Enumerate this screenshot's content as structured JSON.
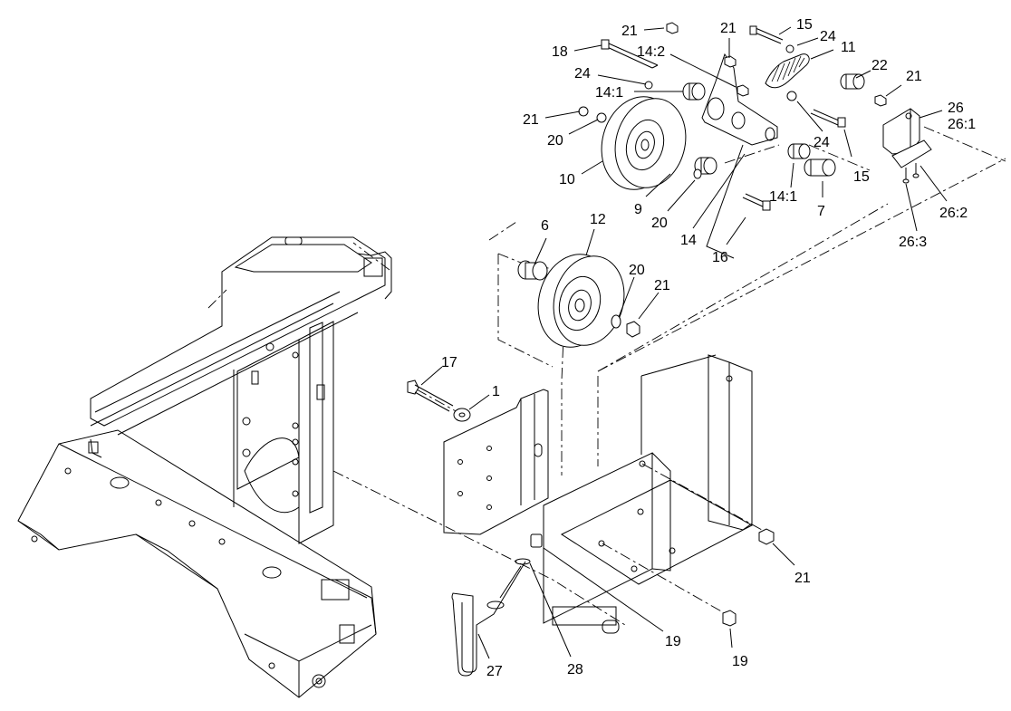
{
  "callouts": [
    {
      "text": "21"
    },
    {
      "text": "21"
    },
    {
      "text": "15"
    },
    {
      "text": "24"
    },
    {
      "text": "11"
    },
    {
      "text": "18"
    },
    {
      "text": "14:2"
    },
    {
      "text": "24"
    },
    {
      "text": "22"
    },
    {
      "text": "21"
    },
    {
      "text": "14:1"
    },
    {
      "text": "26"
    },
    {
      "text": "26:1"
    },
    {
      "text": "21"
    },
    {
      "text": "20"
    },
    {
      "text": "24"
    },
    {
      "text": "15"
    },
    {
      "text": "10"
    },
    {
      "text": "9"
    },
    {
      "text": "20"
    },
    {
      "text": "14:1"
    },
    {
      "text": "7"
    },
    {
      "text": "26:2"
    },
    {
      "text": "14"
    },
    {
      "text": "16"
    },
    {
      "text": "26:3"
    },
    {
      "text": "6"
    },
    {
      "text": "12"
    },
    {
      "text": "20"
    },
    {
      "text": "21"
    },
    {
      "text": "17"
    },
    {
      "text": "1"
    },
    {
      "text": "21"
    },
    {
      "text": "19"
    },
    {
      "text": "19"
    },
    {
      "text": "27"
    },
    {
      "text": "28"
    }
  ]
}
